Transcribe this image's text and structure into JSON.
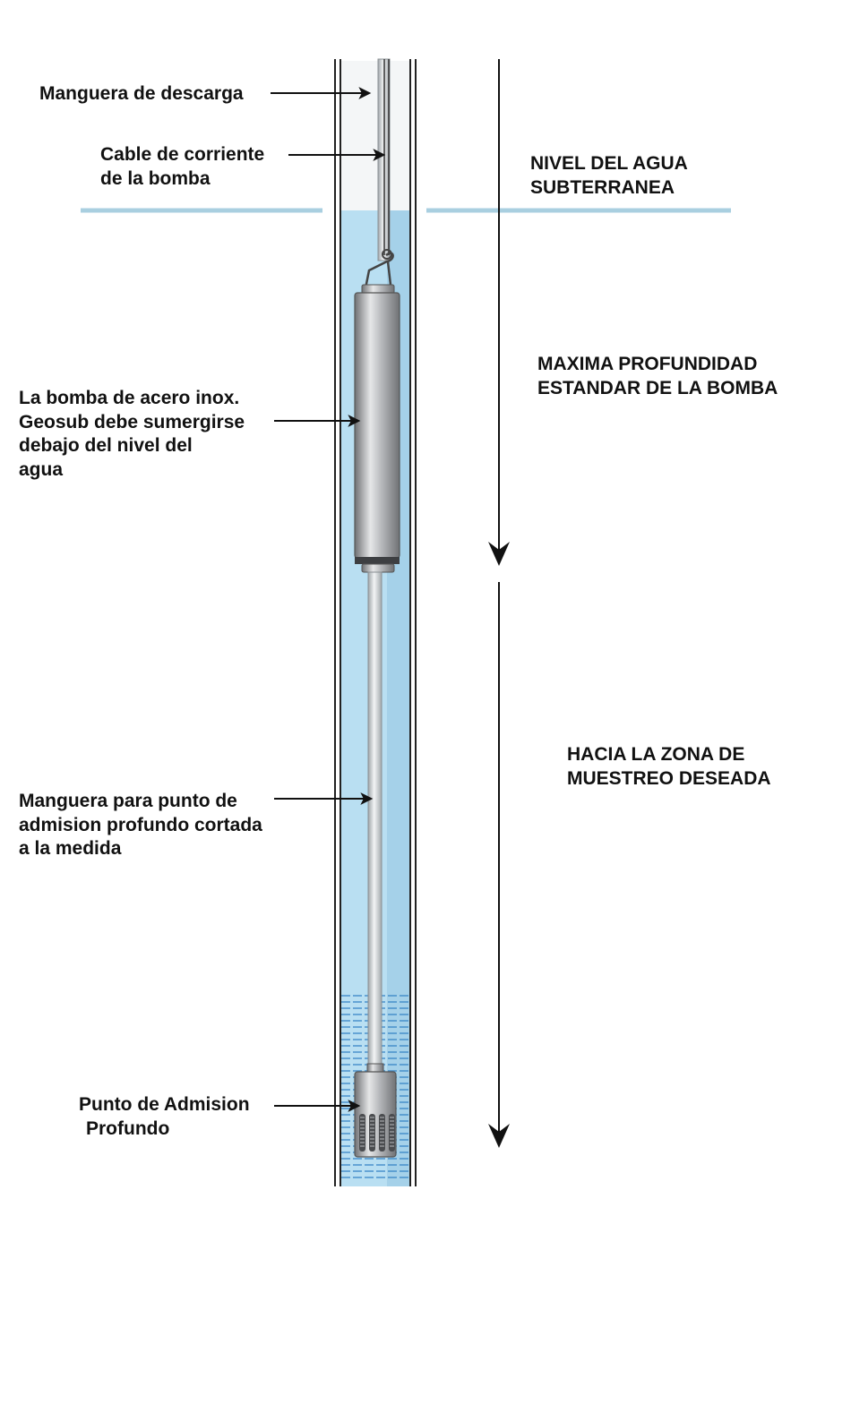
{
  "labels": {
    "discharge_hose": [
      "Manguera de descarga"
    ],
    "power_cable": [
      "Cable de corriente",
      "de la bomba"
    ],
    "pump": [
      "La bomba de acero inox.",
      "Geosub debe sumergirse",
      "debajo del nivel del",
      "agua"
    ],
    "intake_hose": [
      "Manguera para punto de",
      "admision profundo cortada",
      "a la medida"
    ],
    "intake_point": [
      "Punto de Admision",
      "Profundo"
    ],
    "water_level": [
      "NIVEL DEL AGUA",
      "SUBTERRANEA"
    ],
    "max_depth": [
      "MAXIMA PROFUNDIDAD",
      "ESTANDAR DE LA BOMBA"
    ],
    "sampling_zone": [
      "HACIA LA ZONA DE",
      "MUESTREO DESEADA"
    ]
  },
  "colors": {
    "water": "#b9dff2",
    "water_shade": "#9ccbe6",
    "water_level_line": "#a9cfe0",
    "screen_slot": "#2f7fc4",
    "steel_dark": "#7d7f82",
    "steel_light": "#e6e7e8",
    "hose": "#dfe3e6",
    "ink": "#111111"
  }
}
